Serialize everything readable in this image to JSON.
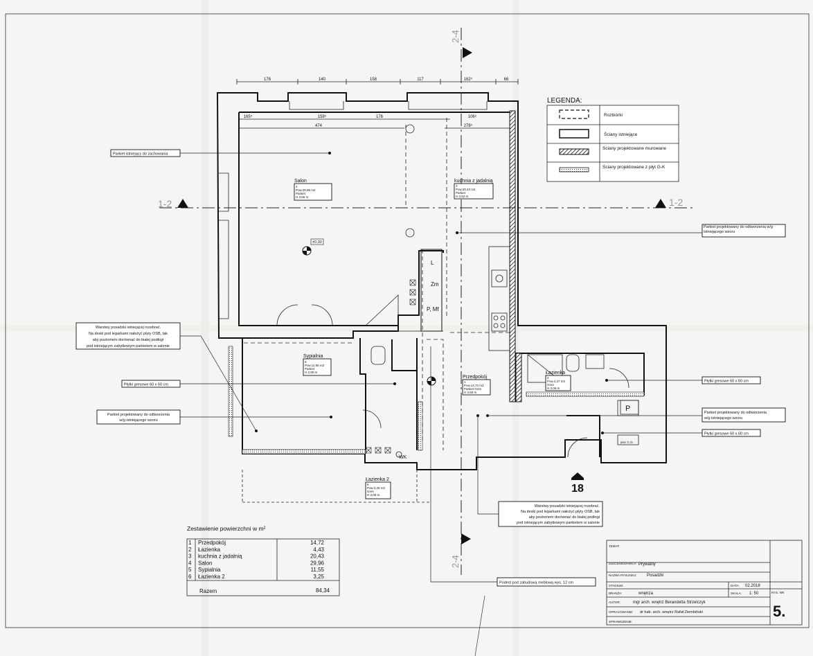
{
  "legend": {
    "title": "LEGENDA:",
    "items": [
      {
        "label": "Rozbiórki"
      },
      {
        "label": "Ściany istniejące"
      },
      {
        "label": "Ściany projektowane murowane"
      },
      {
        "label": "Ściany projektowane z płyt G-K"
      }
    ]
  },
  "section_marks": {
    "horizontal_left": "1-2",
    "horizontal_right": "1-2",
    "vertical_top": "2-4",
    "vertical_bottom": "2-4",
    "view_number": "18"
  },
  "dimensions_top": [
    "176",
    "140",
    "158",
    "117",
    "162⁵",
    "66"
  ],
  "dimensions_second": [
    "165⁵",
    "159⁵",
    "176",
    "106⁵"
  ],
  "dim_474": "474",
  "dim_278": "278⁵",
  "rooms": [
    {
      "name": "Salon",
      "num": "4",
      "area": "Pow.29,96 m2",
      "floor": "Parkiet",
      "height": "H 3,56 m"
    },
    {
      "name": "kuchnia z jadalnią",
      "num": "3",
      "area": "Pow.20,43 m2",
      "floor": "Parkiet",
      "height": "H 3,62 m"
    },
    {
      "name": "Sypialnia",
      "num": "5",
      "area": "Pow.11,55 m2",
      "floor": "Parkiet",
      "height": "H 2,90 m"
    },
    {
      "name": "Przedpokój",
      "num": "1",
      "area": "Pow.14,72 m2",
      "floor": "Parkiet Gres",
      "height": "H 3,60 m"
    },
    {
      "name": "Łazienka",
      "num": "2",
      "area": "Pow.4,47 m2",
      "floor": "Gres",
      "height": "H 3,06 m"
    },
    {
      "name": "Łazienka 2",
      "num": "6",
      "area": "Pow.3,25 m2",
      "floor": "Gres",
      "height": "H 3,06 m"
    }
  ],
  "level_mark": "±0,00",
  "kitchen_labels": {
    "l": "L",
    "zm": "Zm",
    "pmf": "P, Mf",
    "p": "P",
    "wk": "WK",
    "pcg": "piec C.O."
  },
  "annotations": {
    "parkiet_zachowania": "Parkiet istniejący do zachowania",
    "parkiet_odtworzenia_right": "Parkiet projektowany do odtworzenia w/g istniejącego wzoru",
    "warstwy_left_l1": "Warstwy posadzki istniejącej rozebrać.",
    "warstwy_left_l2": "Na deski pod legarkami nałożyć płyty OSB, tak",
    "warstwy_left_l3": "aby poziomem dorównać do białej podłogi",
    "warstwy_left_l4": "pod istniejącym zabytkowym parkietem w salonie",
    "plytki_left": "Płytki gresowe 60 x 60 cm",
    "parkiet_left_l1": "Parkiet projektowany do odtworzenia",
    "parkiet_left_l2": "w/g istniejącego wzoru",
    "plytki_right1": "Płytki gresowe 60 x 60 cm",
    "parkiet_right2_l1": "Parkiet projektowany do odtworzenia",
    "parkiet_right2_l2": "w/g istniejącego wzoru",
    "plytki_right2": "Płytki gresowe 60 x 60 cm",
    "warstwy_bottom_l1": "Warstwy posadzki istniejącej rozebrać.",
    "warstwy_bottom_l2": "Na deski pod legarkami nałożyć płyty OSB, tak",
    "warstwy_bottom_l3": "aby poziomem dorównać do białej podłogi",
    "warstwy_bottom_l4": "pod istniejącym zabytkowym parkietem w salonie",
    "podest": "Podest pod zabudową meblową wys. 12 cm"
  },
  "area_table": {
    "title": "Zestawienie powierzchni w m²",
    "rows": [
      {
        "no": "1",
        "name": "Przedpokój",
        "area": "14,72"
      },
      {
        "no": "2",
        "name": "Łazienka",
        "area": "4,43"
      },
      {
        "no": "3",
        "name": "kuchnia z jadalnią",
        "area": "20,43"
      },
      {
        "no": "4",
        "name": "Salon",
        "area": "29,96"
      },
      {
        "no": "5",
        "name": "Sypialnia",
        "area": "11,55"
      },
      {
        "no": "6",
        "name": "Łazienka 2",
        "area": "3,25"
      }
    ],
    "total_label": "Razem",
    "total_value": "84,34"
  },
  "title_block": {
    "temat_label": "TEMAT:",
    "zleceniodawca_label": "ZLECENIODAWCA:",
    "zleceniodawca": "Prywatny",
    "nazwa_label": "NAZWA RYSUNKU:",
    "nazwa": "Posadzki",
    "stadium_label": "STADIUM:",
    "data_label": "DATA:",
    "data": "02.2018",
    "branza_label": "BRANŻA:",
    "branza": "wnętrza",
    "skala_label": "SKALA:",
    "skala": "1: 50",
    "rys_nr_label": "RYS. NR:",
    "rys_nr": "5.",
    "autor_label": "AUTOR:",
    "autor": "mgr arch. wnętrz Berandetta Strzelczyk",
    "opracowanie_label": "OPRACOWANIE:",
    "opracowanie": "dr hab. arch. wnętrz Rafał Ziembiński",
    "sprawdzenie_label": "SPRAWDZENIE:"
  }
}
